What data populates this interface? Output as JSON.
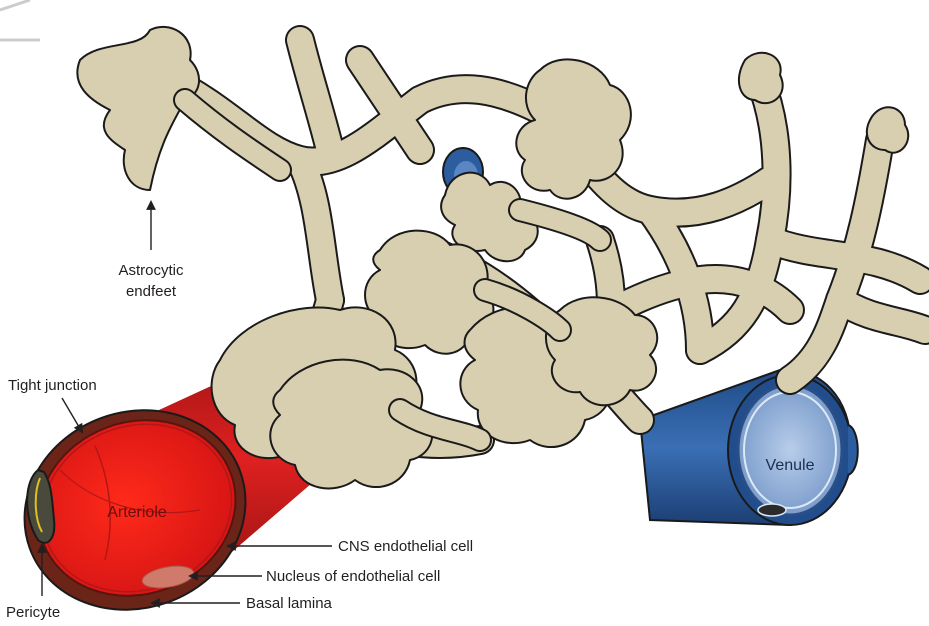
{
  "labels": {
    "astrocytic_line1": "Astrocytic",
    "astrocytic_line2": "endfeet",
    "tight_junction": "Tight junction",
    "arteriole": "Arteriole",
    "cns_endothelial_cell": "CNS endothelial cell",
    "nucleus": "Nucleus of endothelial cell",
    "basal_lamina": "Basal lamina",
    "pericyte": "Pericyte",
    "venule": "Venule"
  },
  "colors": {
    "astrocyte_fill": "#d8cfb0",
    "outline": "#1a1a1a",
    "arteriole_red": "#e21b1b",
    "arteriole_dark": "#8e1212",
    "arteriole_rim": "#6b2418",
    "venule_blue": "#2c5d9e",
    "venule_light": "#8fb0d8",
    "pericyte_fill": "#4a4a3c",
    "nucleus_fill": "#d07a6c",
    "text": "#231f20"
  }
}
